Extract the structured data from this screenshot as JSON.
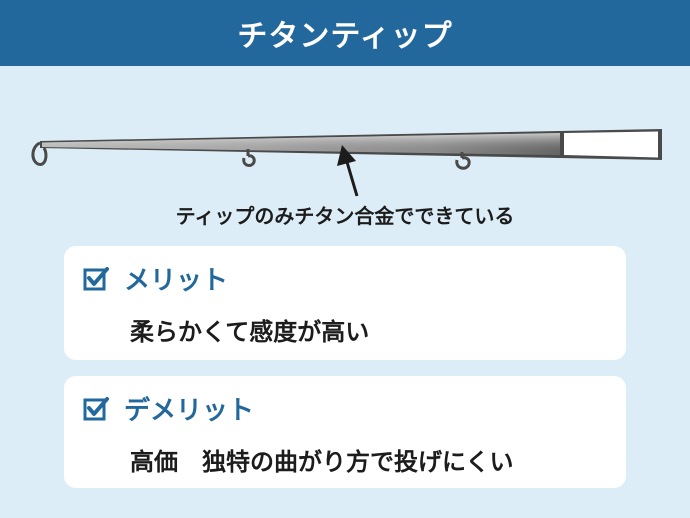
{
  "header": {
    "title": "チタンティップ"
  },
  "illustration": {
    "caption": "ティップのみチタン合金でできている"
  },
  "merit": {
    "label": "メリット",
    "text": "柔らかくて感度が高い"
  },
  "demerit": {
    "label": "デメリット",
    "text": "高価　独特の曲がり方で投げにくい"
  },
  "colors": {
    "header_bg": "#23689c",
    "page_bg": "#dcedf7",
    "accent": "#23689c",
    "card_bg": "#ffffff",
    "text": "#1c1c1c"
  }
}
